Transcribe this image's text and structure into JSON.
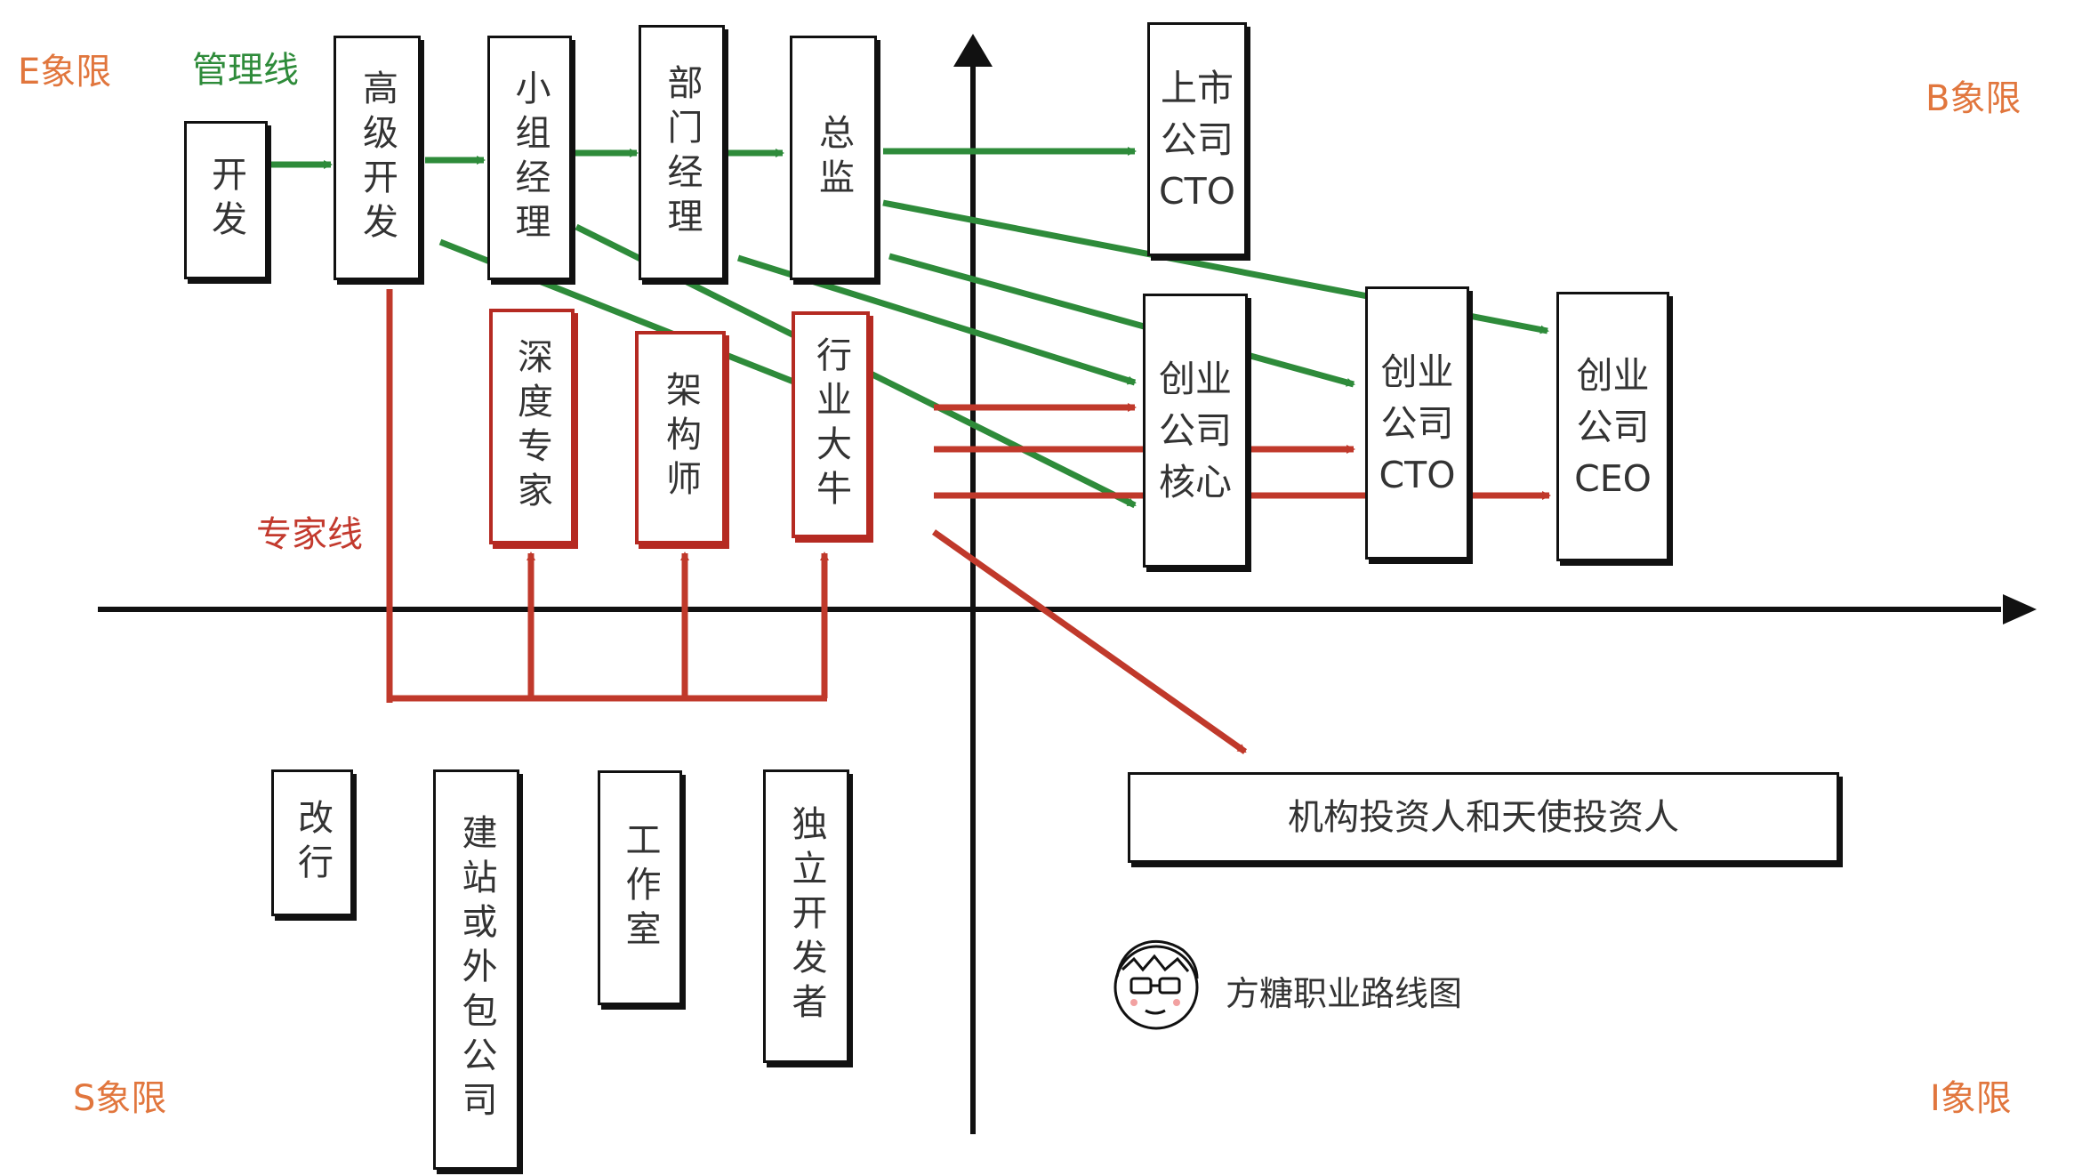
{
  "quadrants": {
    "e": "E象限",
    "b": "B象限",
    "s": "S象限",
    "i": "I象限"
  },
  "lines": {
    "management": "管理线",
    "expert": "专家线"
  },
  "management_track": [
    "开发",
    "高级开发",
    "小组经理",
    "部门经理",
    "总监"
  ],
  "expert_track": [
    "深度专家",
    "架构师",
    "行业大牛"
  ],
  "b_targets": {
    "listed_cto": "上市\n公司\nCTO",
    "startup_core": "创业\n公司\n核心",
    "startup_cto": "创业\n公司\nCTO",
    "startup_ceo": "创业\n公司\nCEO"
  },
  "s_paths": [
    "改行",
    "建站或外包公司",
    "工作室",
    "独立开发者"
  ],
  "investor": "机构投资人和天使投资人",
  "signature": "方糖职业路线图",
  "colors": {
    "green": "#2e8b3a",
    "red": "#c0392b",
    "axis": "#111111",
    "quadrant_label": "#e1763d"
  }
}
